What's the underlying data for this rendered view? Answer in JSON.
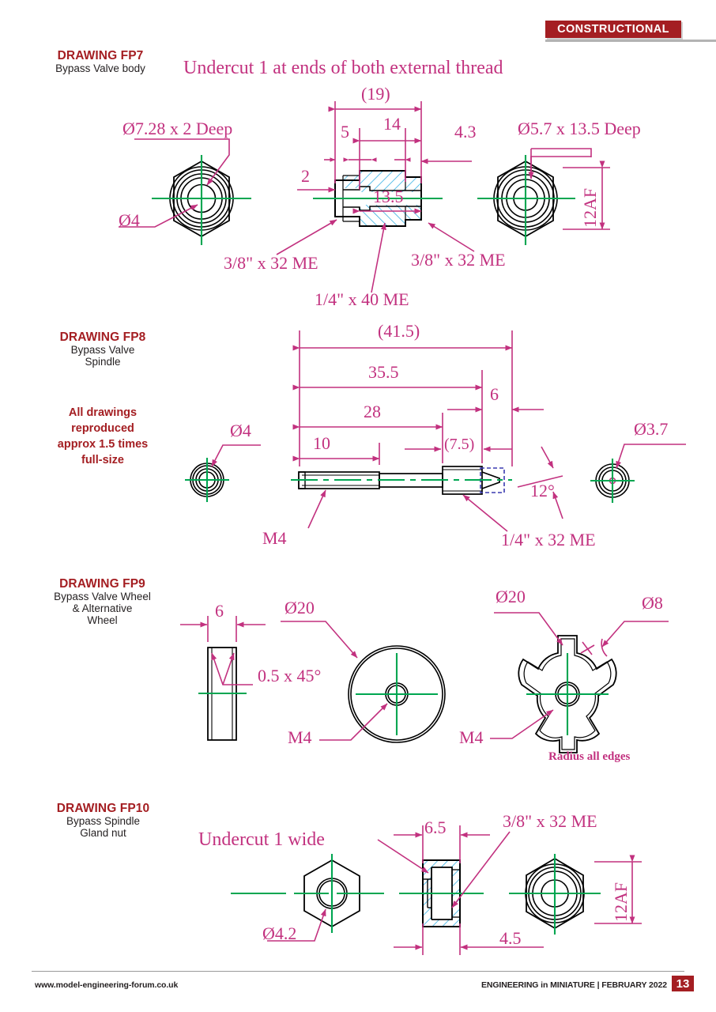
{
  "header": {
    "band_label": "CONSTRUCTIONAL"
  },
  "sections": [
    {
      "id": "fp7",
      "title": "DRAWING FP7",
      "subtitle_lines": [
        "Bypass Valve body"
      ],
      "heading_note": "Undercut 1 at ends of both external thread",
      "annotations": [
        "Ø7.28 x 2 Deep",
        "Ø4",
        "(19)",
        "14",
        "5",
        "4.3",
        "2",
        "13.5",
        "Ø5.7 x 13.5 Deep",
        "12AF",
        "3/8\" x 32 ME",
        "3/8\" x 32 ME",
        "1/4\" x 40 ME"
      ]
    },
    {
      "id": "fp8",
      "title": "DRAWING FP8",
      "subtitle_lines": [
        "Bypass Valve",
        "Spindle"
      ],
      "side_note_lines": [
        "All drawings",
        "reproduced",
        "approx 1.5 times",
        "full-size"
      ],
      "annotations": [
        "(41.5)",
        "35.5",
        "28",
        "10",
        "6",
        "(7.5)",
        "Ø4",
        "Ø3.7",
        "12°",
        "M4",
        "1/4\" x 32 ME"
      ]
    },
    {
      "id": "fp9",
      "title": "DRAWING FP9",
      "subtitle_lines": [
        "Bypass Valve Wheel",
        "& Alternative",
        "Wheel"
      ],
      "annotations": [
        "6",
        "0.5 x 45°",
        "Ø20",
        "M4",
        "Ø20",
        "Ø8",
        "M4",
        "Radius all edges"
      ]
    },
    {
      "id": "fp10",
      "title": "DRAWING FP10",
      "subtitle_lines": [
        "Bypass Spindle",
        "Gland nut"
      ],
      "annotations": [
        "Undercut 1 wide",
        "Ø4.2",
        "6.5",
        "4.5",
        "3/8\" x 32 ME",
        "12AF"
      ]
    }
  ],
  "labels": {
    "fp7": {
      "note": "Undercut 1 at ends of both external thread",
      "d728": "Ø7.28 x 2 Deep",
      "d4": "Ø4",
      "len19": "(19)",
      "len14": "14",
      "len5": "5",
      "len43": "4.3",
      "len2": "2",
      "len135": "13.5",
      "d57": "Ø5.7 x 13.5 Deep",
      "af12": "12AF",
      "thread_left": "3/8\" x 32 ME",
      "thread_right": "3/8\" x 32 ME",
      "thread_bore": "1/4\" x 40 ME"
    },
    "fp8": {
      "len415": "(41.5)",
      "len355": "35.5",
      "len28": "28",
      "len10": "10",
      "len6": "6",
      "len75": "(7.5)",
      "d4": "Ø4",
      "d37": "Ø3.7",
      "ang12": "12°",
      "m4": "M4",
      "thread": "1/4\" x 32 ME"
    },
    "fp9": {
      "len6": "6",
      "chamfer": "0.5 x 45°",
      "d20a": "Ø20",
      "m4a": "M4",
      "d20b": "Ø20",
      "d8": "Ø8",
      "m4b": "M4",
      "radius_note": "Radius all edges"
    },
    "fp10": {
      "undercut": "Undercut 1 wide",
      "d42": "Ø4.2",
      "len65": "6.5",
      "len45": "4.5",
      "thread": "3/8\" x 32 ME",
      "af12": "12AF"
    }
  },
  "footer": {
    "website": "www.model-engineering-forum.co.uk",
    "magazine": "ENGINEERING in MINIATURE",
    "separator": " | ",
    "issue": "FEBRUARY 2022",
    "page_number": "13"
  },
  "colors": {
    "brand_red": "#a41e22",
    "dimension_magenta": "#c2317f",
    "centerline_green": "#00a651",
    "hatch_cyan": "#29abe2",
    "outline_black": "#000000",
    "taper_box_blue": "#3a3ab0"
  }
}
